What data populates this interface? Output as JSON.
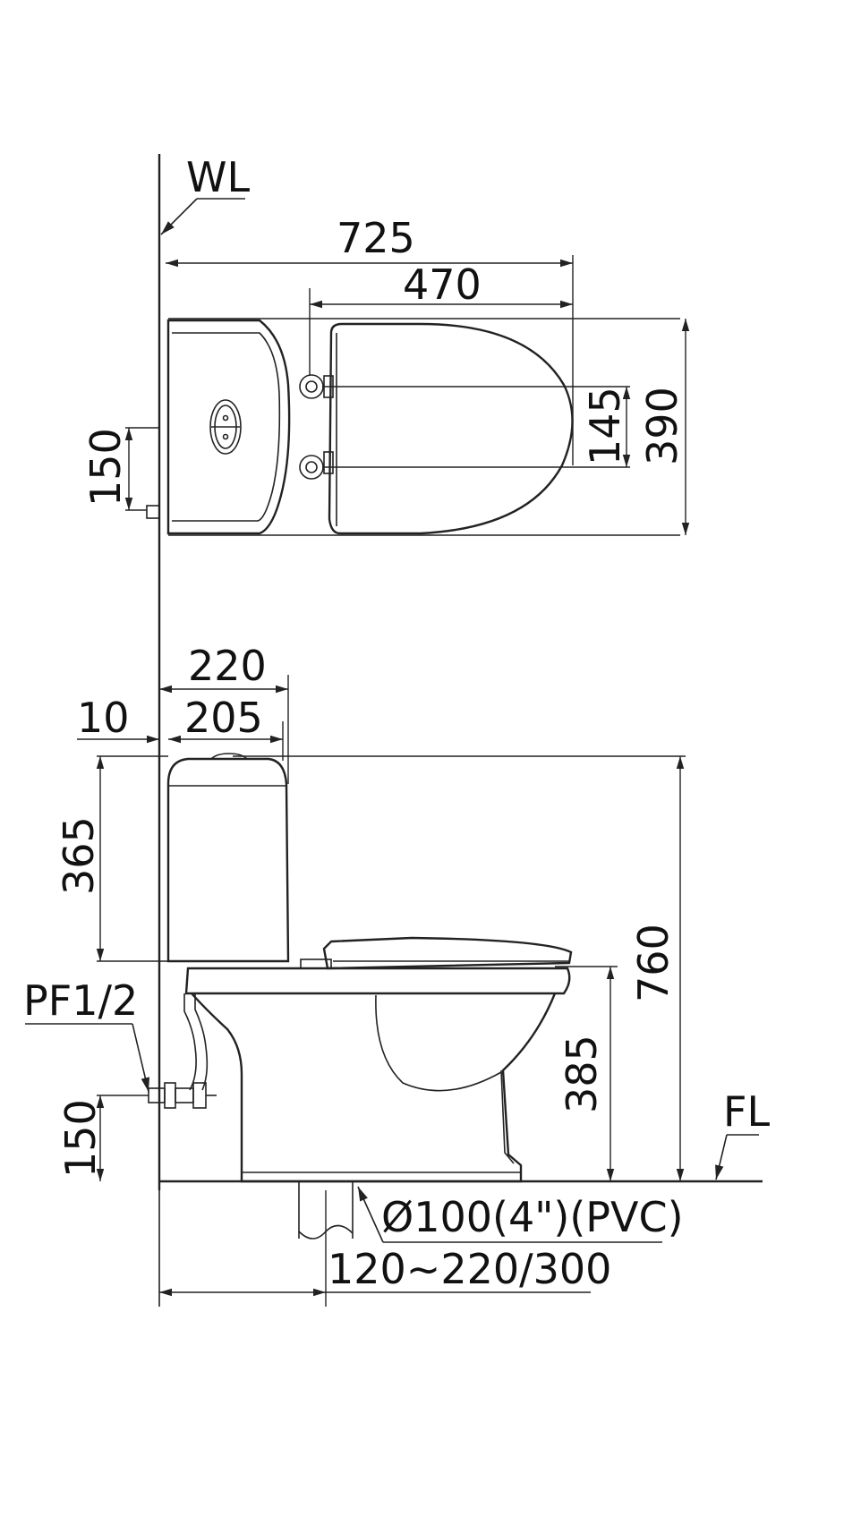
{
  "labels": {
    "wl": "WL",
    "fl": "FL",
    "top_length_total": "725",
    "top_length_seat": "470",
    "hinge_spacing": "145",
    "top_width": "390",
    "supply_offset_top": "150",
    "tank_depth": "220",
    "tank_inner_depth": "205",
    "wall_gap": "10",
    "tank_height": "365",
    "total_height": "760",
    "seat_height": "385",
    "supply_height": "150",
    "supply_thread": "PF1/2",
    "drain_pipe": "Ø100(4\")(PVC)",
    "rough_in": "120~220/300"
  }
}
